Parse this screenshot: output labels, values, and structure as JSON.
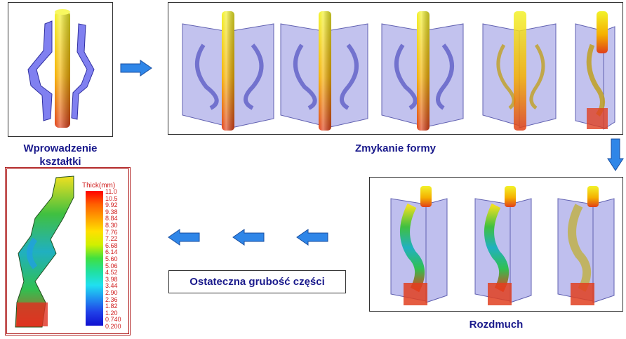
{
  "steps": {
    "insert": {
      "caption_line1": "Wprowadzenie",
      "caption_line2": "kształtki"
    },
    "close": {
      "caption": "Zmykanie formy"
    },
    "blow": {
      "caption": "Rozdmuch"
    },
    "final": {
      "caption": "Ostateczna grubość części"
    }
  },
  "legend": {
    "title": "Thick(mm)",
    "ticks": [
      "11.0",
      "10.5",
      "9.92",
      "9.38",
      "8.84",
      "8.30",
      "7.76",
      "7.22",
      "6.68",
      "6.14",
      "5.60",
      "5.06",
      "4.52",
      "3.98",
      "3.44",
      "2.90",
      "2.36",
      "1.82",
      "1.20",
      "0.740",
      "0.200"
    ]
  },
  "colors": {
    "caption": "#1a1a8c",
    "arrow": "#2f86e8",
    "legend_border": "#b02020",
    "tick_text": "#d02020"
  }
}
